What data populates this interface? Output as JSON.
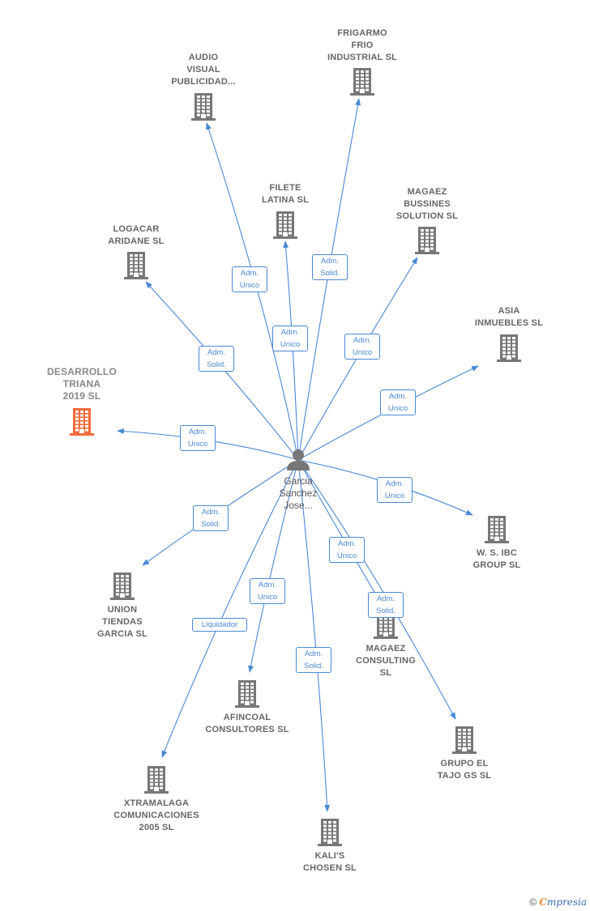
{
  "center": {
    "name_lines": [
      "Garcia",
      "Sanchez",
      "Jose..."
    ]
  },
  "colors": {
    "edge": "#4a88d6",
    "building": "#777777",
    "highlight": "#f26b3a"
  },
  "companies": [
    {
      "id": "audio",
      "lines": [
        "AUDIO",
        "VISUAL",
        "PUBLICIDAD..."
      ],
      "highlight": false
    },
    {
      "id": "frigarmo",
      "lines": [
        "FRIGARMO",
        "FRIO",
        "INDUSTRIAL SL"
      ],
      "highlight": false
    },
    {
      "id": "filete",
      "lines": [
        "FILETE",
        "LATINA  SL"
      ],
      "highlight": false
    },
    {
      "id": "magaez-bussines",
      "lines": [
        "MAGAEZ",
        "BUSSINES",
        "SOLUTION  SL"
      ],
      "highlight": false
    },
    {
      "id": "logacar",
      "lines": [
        "LOGACAR",
        "ARIDANE  SL"
      ],
      "highlight": false
    },
    {
      "id": "asia",
      "lines": [
        "ASIA",
        "INMUEBLES  SL"
      ],
      "highlight": false
    },
    {
      "id": "desarrollo",
      "lines": [
        "DESARROLLO",
        "TRIANA",
        "2019  SL"
      ],
      "highlight": true
    },
    {
      "id": "ws-ibc",
      "lines": [
        "W.  S.  IBC",
        "GROUP SL"
      ],
      "highlight": false
    },
    {
      "id": "union",
      "lines": [
        "UNION",
        "TIENDAS",
        "GARCIA  SL"
      ],
      "highlight": false
    },
    {
      "id": "magaez-consulting",
      "lines": [
        "MAGAEZ",
        "CONSULTING",
        "SL"
      ],
      "highlight": false
    },
    {
      "id": "afincoal",
      "lines": [
        "AFINCOAL",
        "CONSULTORES SL"
      ],
      "highlight": false
    },
    {
      "id": "grupo-el-tajo",
      "lines": [
        "GRUPO EL",
        "TAJO GS  SL"
      ],
      "highlight": false
    },
    {
      "id": "xtramalaga",
      "lines": [
        "XTRAMALAGA",
        "COMUNICACIONES",
        "2005 SL"
      ],
      "highlight": false
    },
    {
      "id": "kalis",
      "lines": [
        "KALI'S",
        "CHOSEN  SL"
      ],
      "highlight": false
    }
  ],
  "relations": [
    {
      "to": "audio",
      "lines": [
        "Adm.",
        "Unico"
      ]
    },
    {
      "to": "frigarmo",
      "lines": [
        "Adm.",
        "Solid."
      ]
    },
    {
      "to": "filete",
      "lines": [
        "Adm.",
        "Unico"
      ]
    },
    {
      "to": "magaez-bussines",
      "lines": [
        "Adm.",
        "Unico"
      ]
    },
    {
      "to": "logacar",
      "lines": [
        "Adm.",
        "Solid."
      ]
    },
    {
      "to": "asia",
      "lines": [
        "Adm.",
        "Unico"
      ]
    },
    {
      "to": "desarrollo",
      "lines": [
        "Adm.",
        "Unico"
      ]
    },
    {
      "to": "ws-ibc",
      "lines": [
        "Adm.",
        "Unico"
      ]
    },
    {
      "to": "union",
      "lines": [
        "Adm.",
        "Solid."
      ]
    },
    {
      "to": "magaez-consulting",
      "lines": [
        "Adm.",
        "Unico"
      ]
    },
    {
      "to": "grupo-el-tajo",
      "lines": [
        "Adm.",
        "Solid."
      ]
    },
    {
      "to": "afincoal",
      "lines": [
        "Adm.",
        "Unico"
      ]
    },
    {
      "to": "xtramalaga",
      "lines": [
        "Liquidador"
      ]
    },
    {
      "to": "kalis",
      "lines": [
        "Adm.",
        "Solid."
      ]
    }
  ],
  "footer": {
    "copyright": "©",
    "brand_first": "C",
    "brand_rest": "mpresia"
  }
}
